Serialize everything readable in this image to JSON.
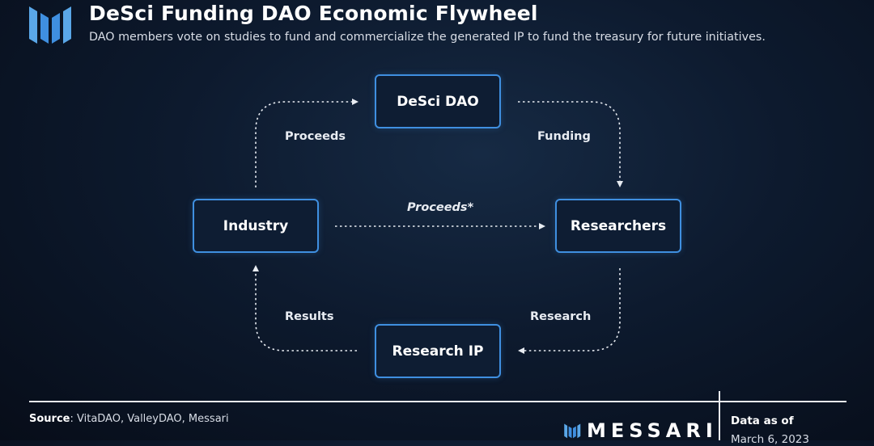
{
  "header": {
    "title": "DeSci Funding DAO Economic Flywheel",
    "subtitle": "DAO members vote on studies to fund and commercialize the generated IP to fund the treasury for future initiatives."
  },
  "diagram": {
    "nodes": {
      "desci_dao": "DeSci DAO",
      "researchers": "Researchers",
      "research_ip": "Research IP",
      "industry": "Industry"
    },
    "edges": {
      "proceeds": "Proceeds",
      "funding": "Funding",
      "proceeds_star": "Proceeds*",
      "research": "Research",
      "results": "Results"
    }
  },
  "footer": {
    "source_label": "Source",
    "source_text": ": VitaDAO, ValleyDAO, Messari",
    "brand": "MESSARI",
    "data_as_of": "Data as of",
    "date": "March 6, 2023"
  },
  "colors": {
    "accent": "#3f8fe0",
    "logo": "#5aa7e8",
    "background": "#0d1a2e"
  }
}
